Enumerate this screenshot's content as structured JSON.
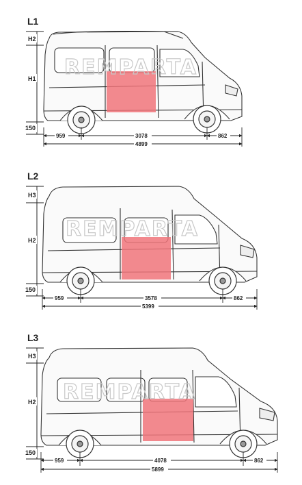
{
  "watermark": "REMPARTA",
  "highlight_color": "#f0747a",
  "vans": [
    {
      "title": "L1",
      "height_labels": [
        "H2",
        "H1"
      ],
      "ground_clearance": "150",
      "rear_overhang": "959",
      "wheelbase": "3078",
      "front_overhang": "862",
      "total_length": "4899"
    },
    {
      "title": "L2",
      "height_labels": [
        "H3",
        "H2"
      ],
      "ground_clearance": "150",
      "rear_overhang": "959",
      "wheelbase": "3578",
      "front_overhang": "862",
      "total_length": "5399"
    },
    {
      "title": "L3",
      "height_labels": [
        "H3",
        "H2"
      ],
      "ground_clearance": "150",
      "rear_overhang": "959",
      "wheelbase": "4078",
      "front_overhang": "862",
      "total_length": "5899"
    }
  ]
}
